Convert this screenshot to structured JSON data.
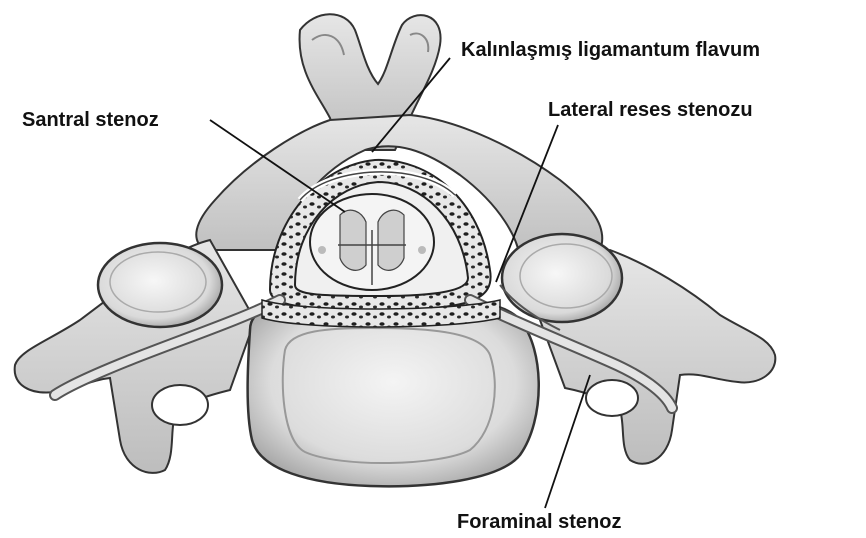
{
  "labels": {
    "ligamentum_flavum": "Kalınlaşmış ligamantum flavum",
    "central_stenosis": "Santral stenoz",
    "lateral_recess": "Lateral reses stenozu",
    "foraminal_stenosis": "Foraminal stenoz"
  },
  "colors": {
    "bone": "#d9d9d9",
    "bone_light": "#ededed",
    "bone_dark": "#9a9a9a",
    "outline": "#333333",
    "cord": "#f2f2f2",
    "leader_line": "#111111"
  }
}
